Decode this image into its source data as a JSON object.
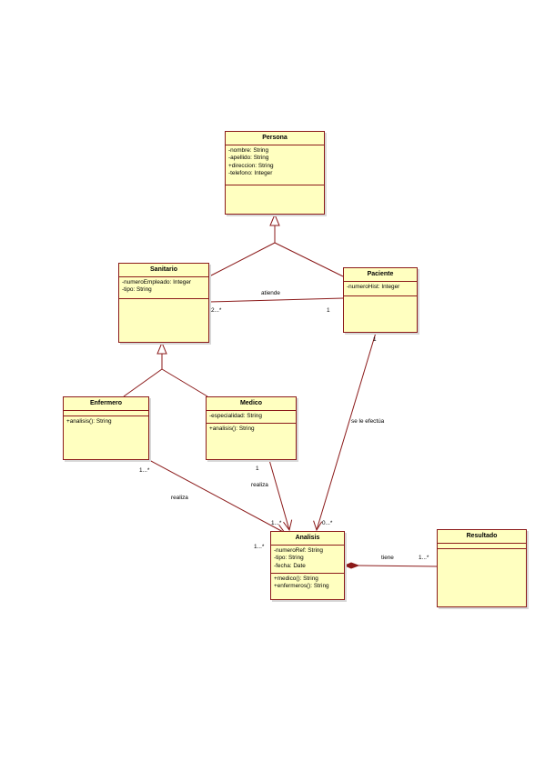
{
  "classes": {
    "persona": {
      "name": "Persona",
      "attrs": [
        "-nombre: String",
        "-apellido: String",
        "+direccion: String",
        "-telefono: Integer"
      ],
      "ops": []
    },
    "sanitario": {
      "name": "Sanitario",
      "attrs": [
        "-numeroEmpleado: Integer",
        "-tipo: String"
      ],
      "ops": []
    },
    "paciente": {
      "name": "Paciente",
      "attrs": [
        "-numeroHist: Integer"
      ],
      "ops": []
    },
    "enfermero": {
      "name": "Enfermero",
      "attrs": [
        "+analisis(): String"
      ],
      "ops": []
    },
    "medico": {
      "name": "Medico",
      "attrs": [
        "-especialidad: String"
      ],
      "ops": [
        "+analisis(): String"
      ]
    },
    "analisis": {
      "name": "Analisis",
      "attrs": [
        "-numeroRef: String",
        "-tipo: String",
        "-fecha: Date"
      ],
      "ops": [
        "+medico(): String",
        "+enfermeros(): String"
      ]
    },
    "resultado": {
      "name": "Resultado",
      "attrs": [],
      "ops": []
    }
  },
  "labels": {
    "atiende": "atiende",
    "atiende_left_mult": "2...*",
    "atiende_right_mult": "1",
    "efectua_src_mult": "1",
    "efectua_name": "se le efectúa",
    "efectua_dst_mult": "0...*",
    "enf_src_mult": "1...*",
    "enf_realiza": "realiza",
    "enf_dst_mult": "1...*",
    "med_src_mult": "1",
    "med_realiza": "realiza",
    "med_dst_mult": "1...*",
    "tiene": "tiene",
    "tiene_mult": "1...*"
  },
  "colors": {
    "fill": "#ffffc0",
    "stroke": "#8b1a1a"
  }
}
